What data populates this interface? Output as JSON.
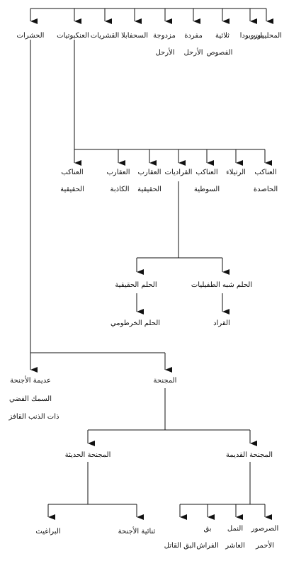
{
  "diagram": {
    "top_row": {
      "molluscs": "المحلييات",
      "arthropods_pre": "بورويودا",
      "trilobites_1": "ثلاثية",
      "trilobites_2": "الفصوص",
      "uniramia_1": "مفردة",
      "uniramia_2": "الأرحل",
      "biramia_1": "مزدوجة",
      "biramia_2": "الأرحل",
      "centipedes": "السحفابلا",
      "crustaceans": "القشريات",
      "arachnids": "العنكبوتيات",
      "insects": "الحشرات"
    },
    "arachnids_row": {
      "harvestmen_1": "العناكب",
      "harvestmen_2": "الحاصدة",
      "mites": "الرتيلاء",
      "whip_1": "العناكب",
      "whip_2": "السوطية",
      "ticks": "القراديات",
      "scorpions_1": "العقارب",
      "scorpions_2": "الحقيقية",
      "pseudo_1": "العقارب",
      "pseudo_2": "الكاذبة",
      "spiders_1": "العناكب",
      "spiders_2": "الحقيقية"
    },
    "ticks_row": {
      "parasitic_mites": "الحلم شبه الطفيليات",
      "true_mites": "الحلم الحقيقية",
      "ticks": "القراد",
      "snout_mites": "الحلم الخرطومي"
    },
    "insects_row": {
      "wingless": "عديمة الأجنحة",
      "silverfish": "السمك الفضي",
      "bristletail": "ذات الذنب القافز",
      "winged": "المجنحة"
    },
    "winged_row": {
      "old": "المجنحة القديمة",
      "new": "المجنحة الحديثة"
    },
    "old_row": {
      "cockroach_1": "الصرصور",
      "cockroach_2": "الأحمر",
      "termites_1": "النمل",
      "termites_2": "العاشر",
      "bugs_1": "بق",
      "bugs_2": "الفراش",
      "assassin": "البق القاتل"
    },
    "new_row": {
      "dipterans": "ثنائية الأجنحة",
      "fleas": "البراغيث"
    }
  }
}
